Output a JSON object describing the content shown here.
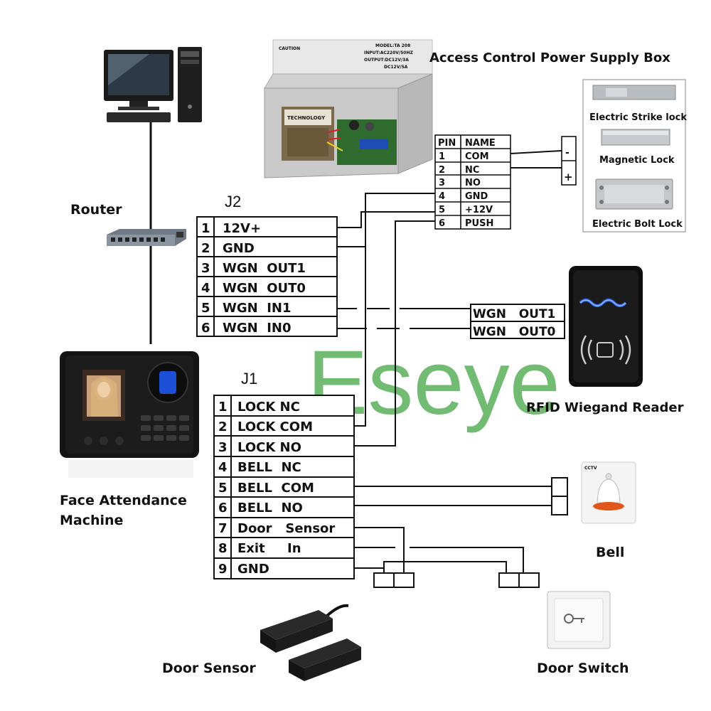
{
  "labels": {
    "power_box": "Access Control Power Supply Box",
    "router": "Router",
    "face_machine_1": "Face Attendance",
    "face_machine_2": "Machine",
    "rfid": "RFID Wiegand Reader",
    "bell": "Bell",
    "door_sensor": "Door Sensor",
    "door_switch": "Door Switch",
    "electric_strike": "Electric Strike lock",
    "magnetic_lock": "Magnetic Lock",
    "electric_bolt": "Electric Bolt Lock",
    "watermark": "Eseye"
  },
  "j2": {
    "title": "J2",
    "rows": [
      {
        "n": "1",
        "name": "12V+"
      },
      {
        "n": "2",
        "name": "GND"
      },
      {
        "n": "3",
        "name": "WGN  OUT1"
      },
      {
        "n": "4",
        "name": "WGN  OUT0"
      },
      {
        "n": "5",
        "name": "WGN  IN1"
      },
      {
        "n": "6",
        "name": "WGN  IN0"
      }
    ]
  },
  "j1": {
    "title": "J1",
    "rows": [
      {
        "n": "1",
        "name": "LOCK NC"
      },
      {
        "n": "2",
        "name": "LOCK COM"
      },
      {
        "n": "3",
        "name": "LOCK NO"
      },
      {
        "n": "4",
        "name": "BELL  NC"
      },
      {
        "n": "5",
        "name": "BELL  COM"
      },
      {
        "n": "6",
        "name": "BELL  NO"
      },
      {
        "n": "7",
        "name": "Door   Sensor"
      },
      {
        "n": "8",
        "name": "Exit     In"
      },
      {
        "n": "9",
        "name": "GND"
      }
    ]
  },
  "psu_pins": {
    "headers": [
      "PIN",
      "NAME"
    ],
    "rows": [
      {
        "n": "1",
        "name": "COM"
      },
      {
        "n": "2",
        "name": "NC"
      },
      {
        "n": "3",
        "name": "NO"
      },
      {
        "n": "4",
        "name": "GND"
      },
      {
        "n": "5",
        "name": "+12V"
      },
      {
        "n": "6",
        "name": "PUSH"
      }
    ]
  },
  "rfid_pins": [
    "WGN   OUT1",
    "WGN   OUT0"
  ],
  "lock_terminals": [
    "-",
    "+"
  ],
  "psu_box_text": {
    "caution": "CAUTION",
    "model": "MODEL:TA 208",
    "input": "INPUT:AC220V/50HZ",
    "output": "OUTPUT:DC12V/3A",
    "dc": "DC12V/5A",
    "transformer": "TECHNOLOGY"
  },
  "bell_brand": "CCTV"
}
